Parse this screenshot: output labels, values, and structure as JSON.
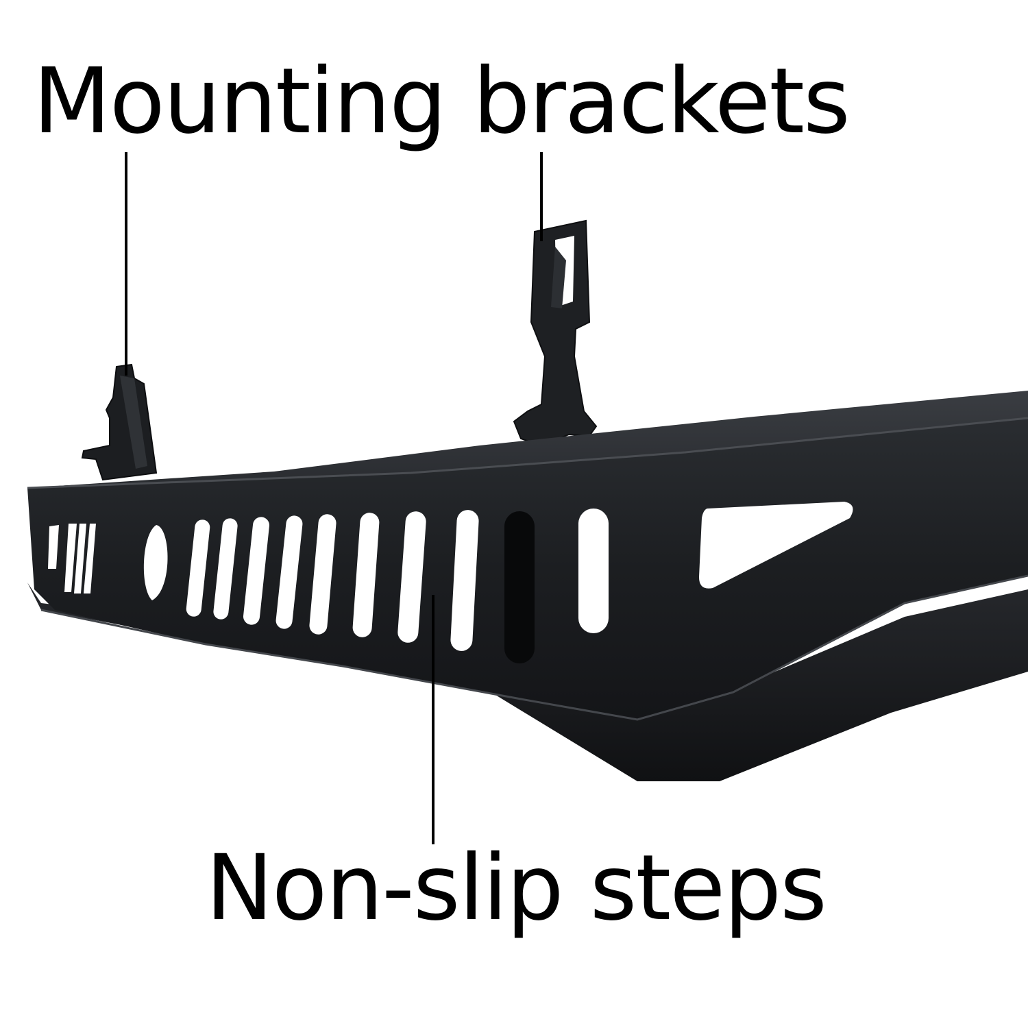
{
  "callouts": {
    "mounting_brackets": "Mounting brackets",
    "non_slip_steps": "Non-slip steps"
  },
  "colors": {
    "background": "#ffffff",
    "product_body": "#1c1e21",
    "product_highlight": "#3a3d42",
    "leader_line": "#000000",
    "label_text": "#000000"
  },
  "product": {
    "name": "running-board-side-step",
    "finish": "textured-black",
    "slot_count": 13,
    "triangle_cutout": true
  }
}
